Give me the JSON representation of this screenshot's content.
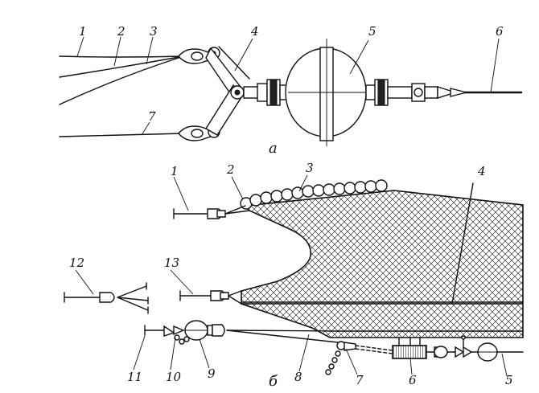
{
  "diagram": {
    "sub_a": "а",
    "sub_b": "б",
    "labels_a": [
      "1",
      "2",
      "3",
      "4",
      "5",
      "6",
      "7"
    ],
    "labels_b": [
      "1",
      "2",
      "3",
      "4",
      "5",
      "6",
      "7",
      "8",
      "9",
      "10",
      "11",
      "12",
      "13"
    ]
  }
}
